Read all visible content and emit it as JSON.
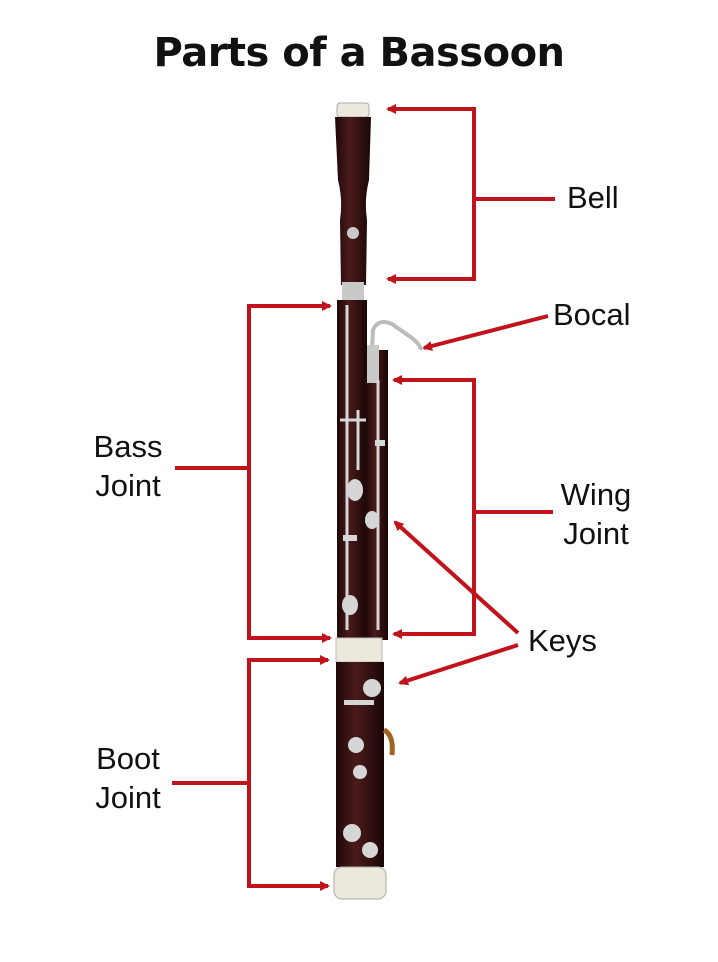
{
  "title": "Parts of a Bassoon",
  "labels": {
    "bell": "Bell",
    "bocal": "Bocal",
    "bass_joint": [
      "Bass",
      "Joint"
    ],
    "wing_joint": [
      "Wing",
      "Joint"
    ],
    "keys": "Keys",
    "boot_joint": [
      "Boot",
      "Joint"
    ]
  },
  "colors": {
    "arrow": "#c0131b",
    "wood": "#3b1414",
    "metal": "#c9c9c9",
    "cap": "#ece8dc"
  }
}
